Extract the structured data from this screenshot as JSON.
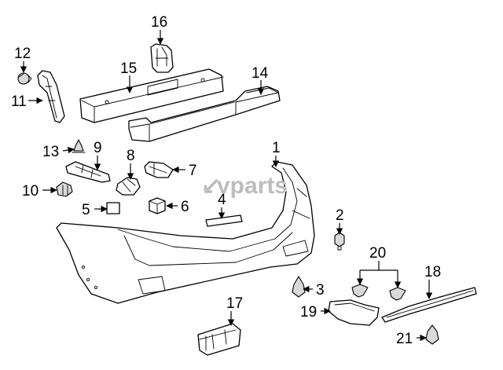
{
  "watermark": {
    "mark": "↙",
    "text": "vparts"
  },
  "callouts": [
    {
      "id": "1",
      "label": "1"
    },
    {
      "id": "2",
      "label": "2"
    },
    {
      "id": "3",
      "label": "3"
    },
    {
      "id": "4",
      "label": "4"
    },
    {
      "id": "5",
      "label": "5"
    },
    {
      "id": "6",
      "label": "6"
    },
    {
      "id": "7",
      "label": "7"
    },
    {
      "id": "8",
      "label": "8"
    },
    {
      "id": "9",
      "label": "9"
    },
    {
      "id": "10",
      "label": "10"
    },
    {
      "id": "11",
      "label": "11"
    },
    {
      "id": "12",
      "label": "12"
    },
    {
      "id": "13",
      "label": "13"
    },
    {
      "id": "14",
      "label": "14"
    },
    {
      "id": "15",
      "label": "15"
    },
    {
      "id": "16",
      "label": "16"
    },
    {
      "id": "17",
      "label": "17"
    },
    {
      "id": "18",
      "label": "18"
    },
    {
      "id": "19",
      "label": "19"
    },
    {
      "id": "20",
      "label": "20"
    },
    {
      "id": "21",
      "label": "21"
    }
  ],
  "colors": {
    "line": "#000000",
    "background": "#ffffff",
    "watermark": "#bdbdbd"
  }
}
